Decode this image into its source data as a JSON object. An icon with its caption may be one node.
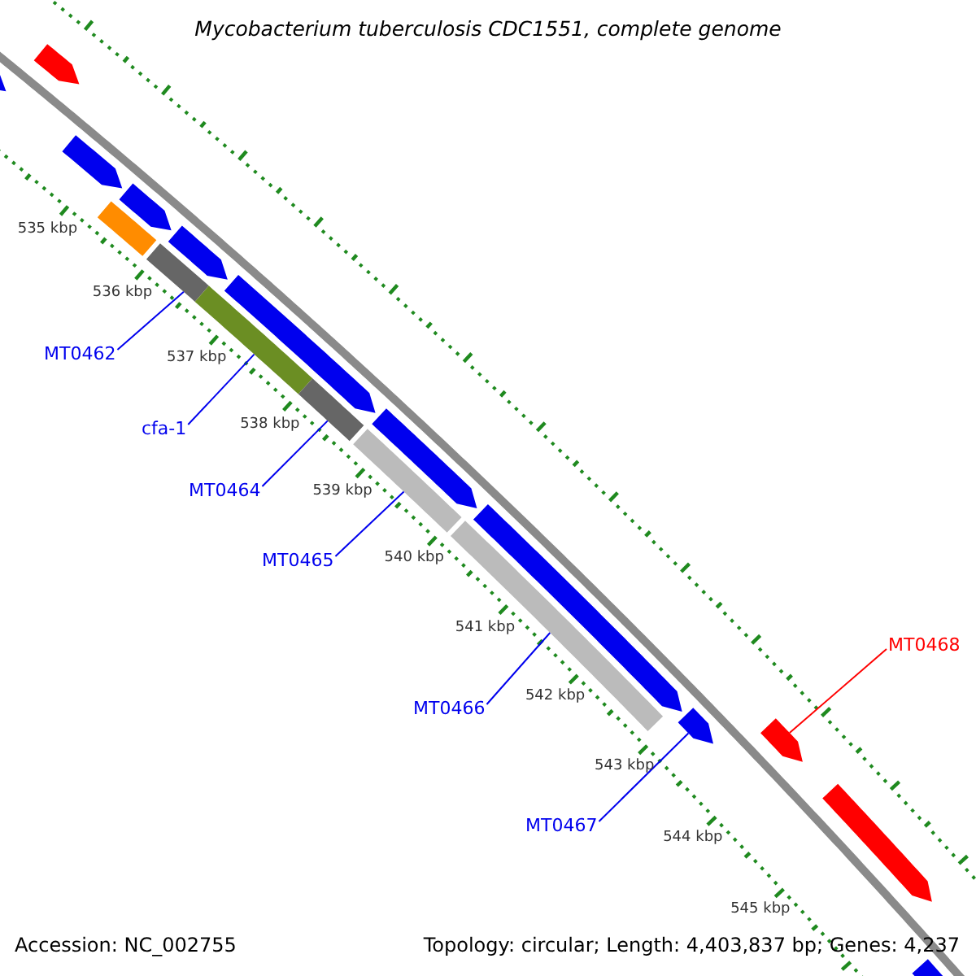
{
  "diagram": {
    "title": "Mycobacterium tuberculosis CDC1551, complete genome",
    "nodes": [
      {
        "text": [
          "MT0462"
        ]
      },
      {
        "text": [
          "cfa-1"
        ]
      },
      {
        "text": [
          "MT0464"
        ]
      },
      {
        "text": [
          "MT0465"
        ]
      },
      {
        "text": [
          "MT0466"
        ]
      },
      {
        "text": [
          "MT0467"
        ]
      },
      {
        "text": [
          "MT0468"
        ]
      },
      {
        "text": [],
        "shape": "bar"
      },
      {
        "text": [],
        "shape": "bar"
      },
      {
        "text": [],
        "shape": "bar"
      },
      {
        "text": [],
        "shape": "bar"
      },
      {
        "text": [],
        "shape": "bar"
      },
      {
        "text": [],
        "shape": "pentagon"
      },
      {
        "text": [],
        "shape": "pentagon"
      },
      {
        "text": [],
        "shape": "pentagon"
      },
      {
        "text": [],
        "shape": "pentagon"
      },
      {
        "text": [],
        "shape": "pentagon"
      },
      {
        "text": [],
        "shape": "pentagon"
      },
      {
        "text": [],
        "shape": "pentagon"
      },
      {
        "text": [],
        "shape": "pentagon"
      },
      {
        "text": [],
        "shape": "pentagon"
      },
      {
        "text": [],
        "shape": "pentagon"
      },
      {
        "text": [],
        "shape": "pentagon"
      },
      {
        "text": [],
        "shape": "pentagon"
      },
      {
        "text": [],
        "shape": "bar"
      }
    ],
    "edges": [
      {
        "from": 0,
        "to": 7,
        "arrow": "none"
      },
      {
        "from": 1,
        "to": 8,
        "arrow": "none"
      },
      {
        "from": 2,
        "to": 9,
        "arrow": "none"
      },
      {
        "from": 3,
        "to": 10,
        "arrow": "none"
      },
      {
        "from": 4,
        "to": 11,
        "arrow": "none"
      },
      {
        "from": 5,
        "to": 12,
        "arrow": "none"
      },
      {
        "from": 6,
        "to": 13,
        "arrow": "none",
        "color": "#ff0000"
      }
    ],
    "labels": [
      "535 kbp",
      "536 kbp",
      "537 kbp",
      "538 kbp",
      "539 kbp",
      "540 kbp",
      "541 kbp",
      "542 kbp",
      "543 kbp",
      "544 kbp",
      "545 kbp",
      "Accession: NC_002755",
      "Topology: circular; Length: 4,403,837 bp; Genes: 4,237"
    ]
  }
}
